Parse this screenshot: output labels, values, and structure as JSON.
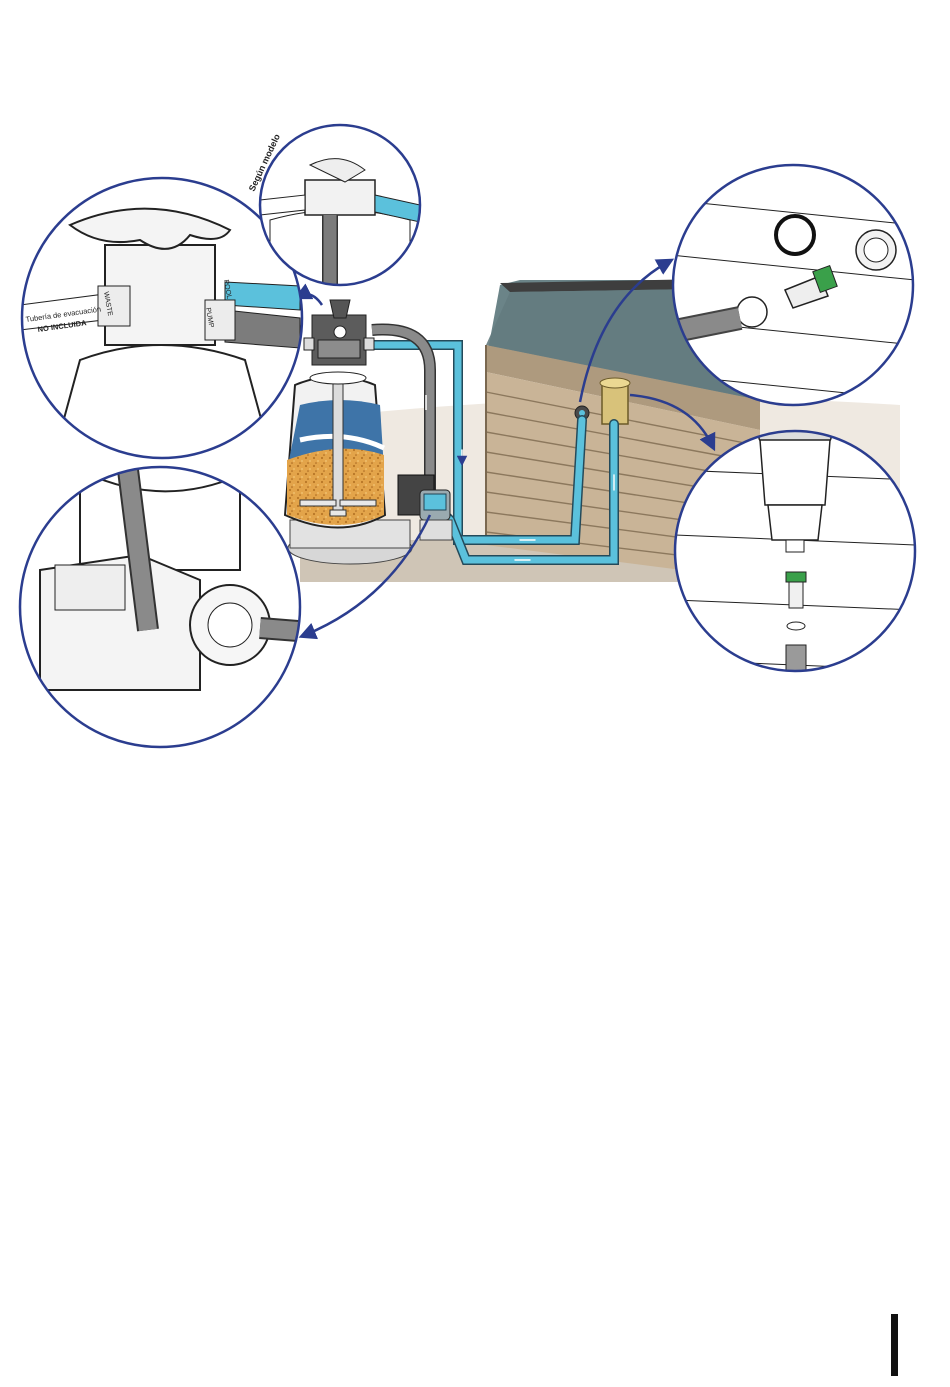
{
  "labels": {
    "model_note": "Según modelo",
    "waste_pipe_line1": "Tubería de evacuación",
    "waste_pipe_line2": "NO INCLUIDA",
    "port_waste": "WASTE",
    "port_pump": "PUMP",
    "port_pool": "POOL"
  },
  "colors": {
    "water": "#5bc1dc",
    "pipe_grey": "#8a8a8a",
    "pipe_dark": "#6c6c6c",
    "sand": "#e3a44a",
    "wood": "#c9b497",
    "wood_dark": "#9a866b",
    "pool_water": "#647b7f",
    "ground": "#d9d0c4",
    "callout_blue": "#2b3d8f",
    "fitting_green": "#3aa04a",
    "skimmer_gold": "#d8c27a"
  },
  "icons": [
    "filter-tank-icon",
    "multiport-valve-icon",
    "pump-icon",
    "skimmer-icon",
    "return-inlet-icon",
    "o-ring-icon"
  ]
}
